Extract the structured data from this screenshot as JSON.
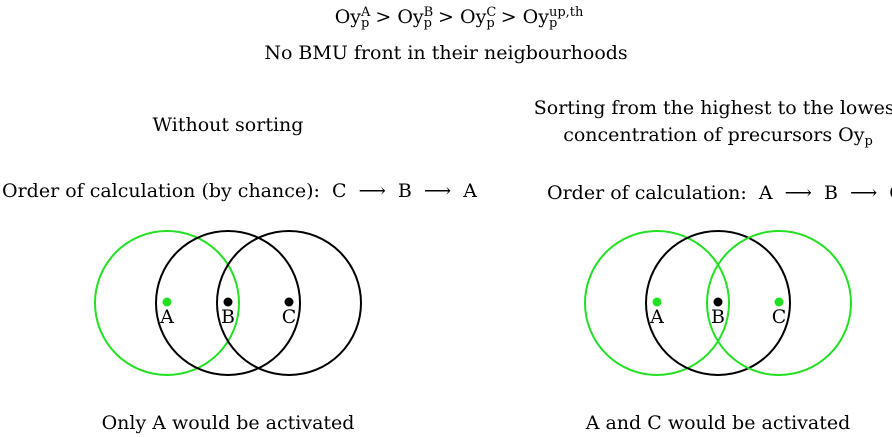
{
  "header": {
    "formula": {
      "base": "Oy",
      "sub": "p",
      "sups": [
        "A",
        "B",
        "C",
        "up,th"
      ],
      "op": ">"
    },
    "subtitle": "No BMU front in their neigbourhoods"
  },
  "left_panel": {
    "title": "Without sorting",
    "order_label": "Order of calculation (by chance):",
    "order": [
      "C",
      "B",
      "A"
    ],
    "arrow": "⟶",
    "points": [
      "A",
      "B",
      "C"
    ],
    "active": [
      "A"
    ],
    "caption": "Only A would be activated"
  },
  "right_panel": {
    "title_line1": "Sorting from the highest to the lowest",
    "title_line2_prefix": "concentration of precursors",
    "title_line2_var": "Oy",
    "title_line2_sub": "p",
    "order_label": "Order of calculation:",
    "order": [
      "A",
      "B",
      "C"
    ],
    "arrow": "⟶",
    "points": [
      "A",
      "B",
      "C"
    ],
    "active": [
      "A",
      "C"
    ],
    "caption": "A and C would be activated"
  },
  "colors": {
    "active": "#22e022",
    "inactive": "#000000",
    "background": "#ffffff"
  }
}
